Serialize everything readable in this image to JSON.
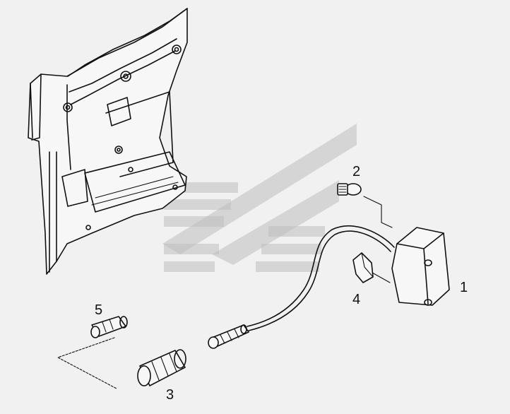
{
  "diagram": {
    "callouts": [
      {
        "id": "1",
        "text": "1"
      },
      {
        "id": "2",
        "text": "2"
      },
      {
        "id": "3",
        "text": "3"
      },
      {
        "id": "4",
        "text": "4"
      },
      {
        "id": "5",
        "text": "5"
      }
    ],
    "parts": [
      "cab-side-panel",
      "marker-lamp-housing",
      "bulb",
      "wiring-harness",
      "connector-housing",
      "mounting-clip",
      "terminal-connector"
    ],
    "colors": {
      "background": "#f1f1f1",
      "line": "#111111",
      "watermark": "#bdbdbd"
    }
  }
}
